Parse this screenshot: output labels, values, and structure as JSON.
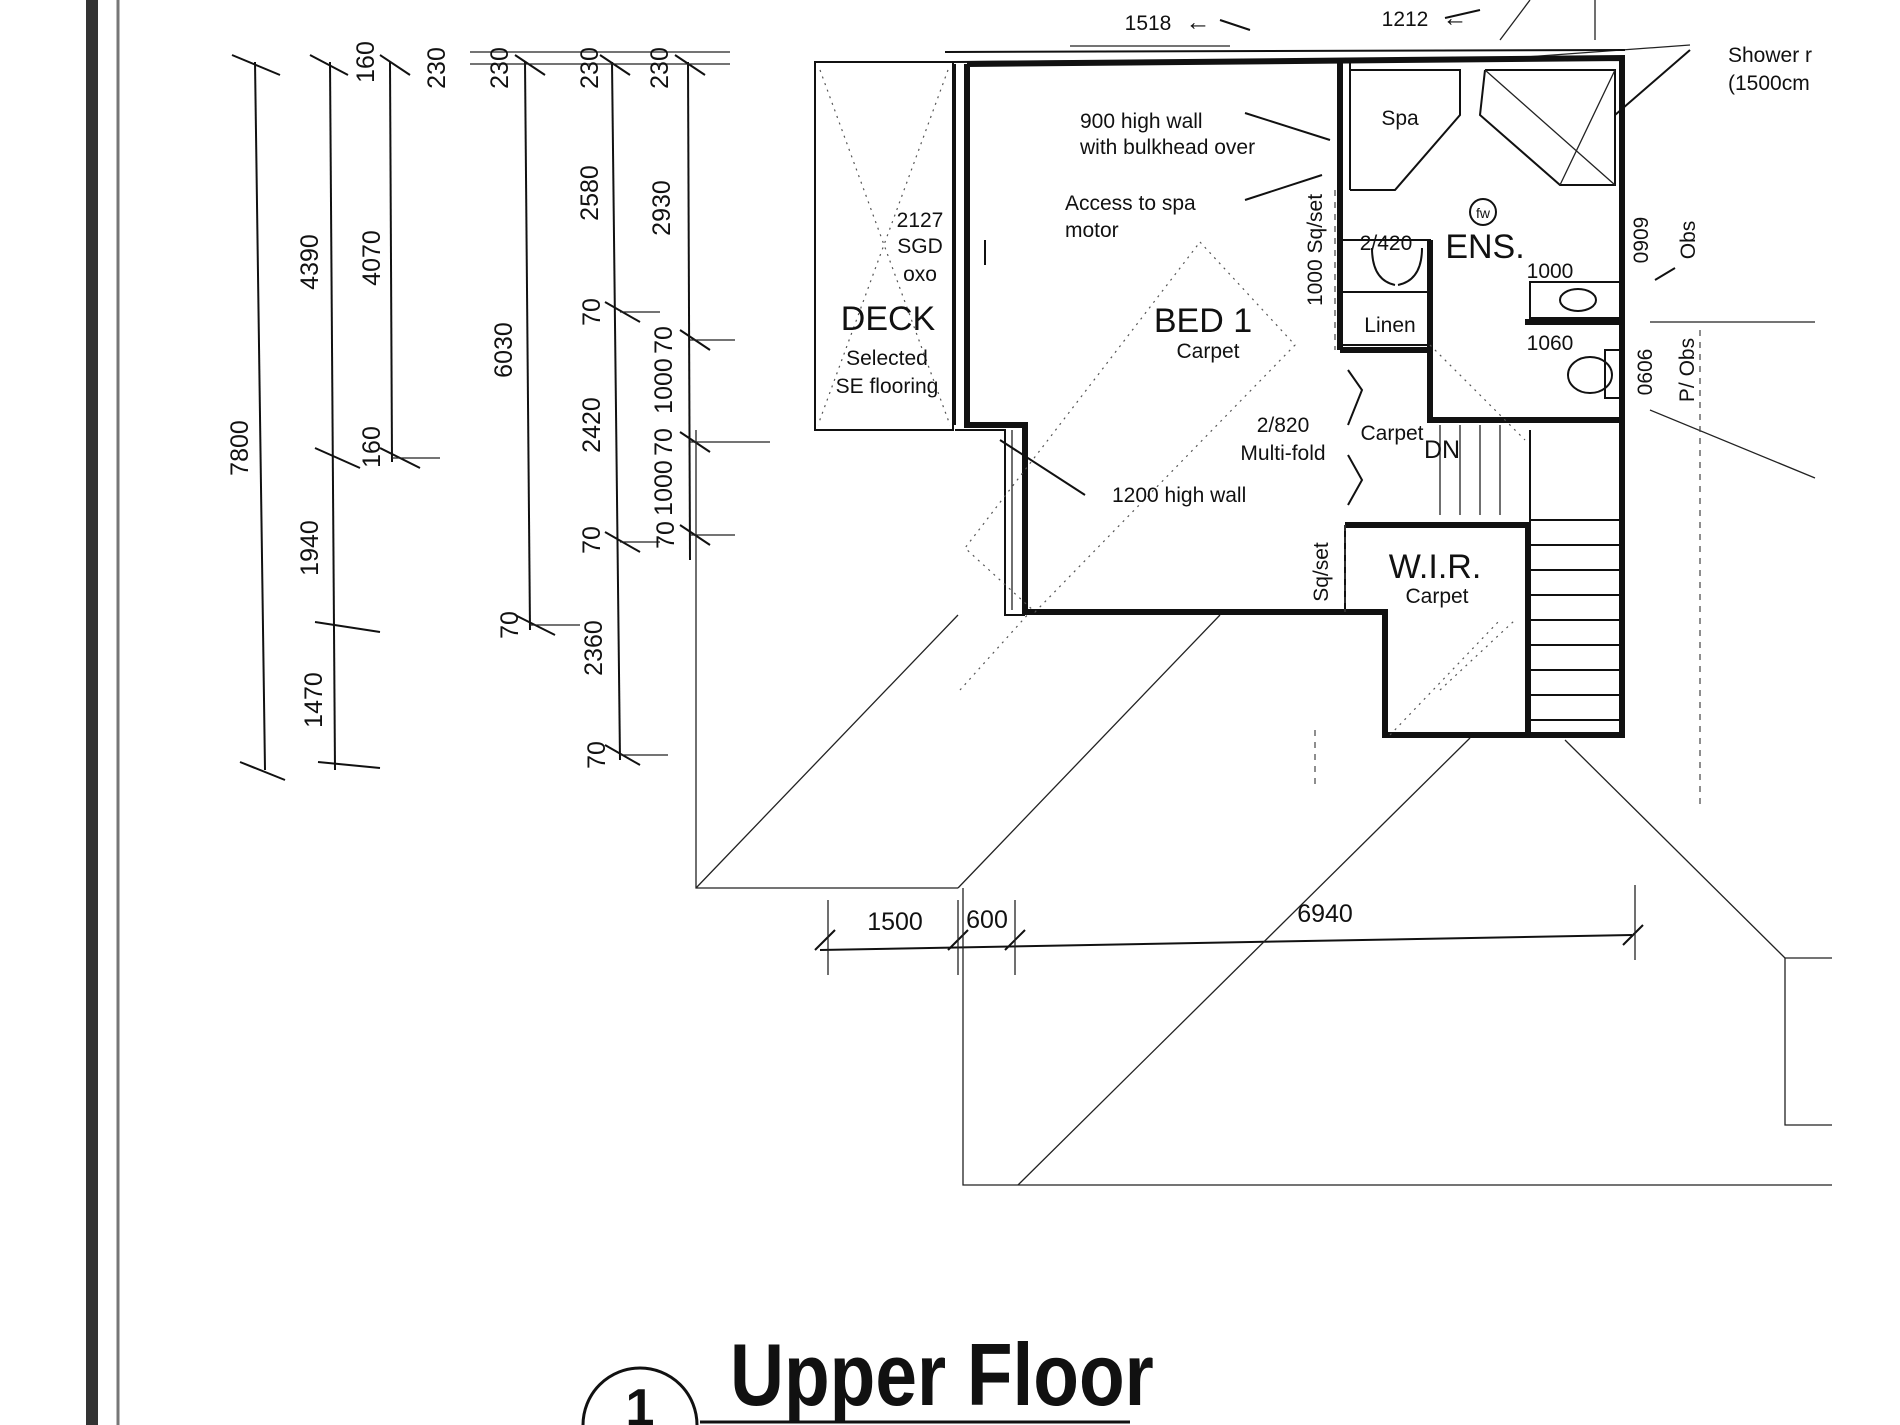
{
  "title": "Upper Floor",
  "view_number": "1",
  "rooms": {
    "bed1": {
      "name": "BED 1",
      "finish": "Carpet"
    },
    "deck": {
      "name": "DECK",
      "finish_1": "Selected",
      "finish_2": "SE flooring"
    },
    "ens": {
      "name": "ENS."
    },
    "wir": {
      "name": "W.I.R.",
      "finish": "Carpet"
    },
    "spa": {
      "name": "Spa"
    },
    "linen": {
      "name": "Linen"
    },
    "hall": {
      "finish": "Carpet",
      "stair": "DN"
    }
  },
  "annotations": {
    "wall_900_1": "900 high wall",
    "wall_900_2": "with bulkhead over",
    "spa_access_1": "Access to spa",
    "spa_access_2": "motor",
    "wall_1200": "1200 high wall",
    "shower_1": "Shower r",
    "shower_2": "(1500cm",
    "sgd_1": "2127",
    "sgd_2": "SGD",
    "sgd_3": "oxo",
    "door_420": "2/420",
    "door_820_1": "2/820",
    "door_820_2": "Multi-fold",
    "sqset_1000": "1000 Sq/set",
    "sqset": "Sq/set",
    "fw": "fw",
    "vanity_1000": "1000",
    "vanity_1060": "1060",
    "win_0909": "0909",
    "win_0909_obs": "Obs",
    "win_0606": "0606",
    "win_0606_obs": "P/ Obs",
    "top_1518": "1518",
    "top_1212": "1212"
  },
  "dimensions": {
    "col1": [
      "7800"
    ],
    "col2": [
      "4390",
      "1940",
      "1470"
    ],
    "col3": [
      "160",
      "4070",
      "160"
    ],
    "col4": [
      "230",
      "230",
      "6030",
      "70"
    ],
    "col5": [
      "230",
      "2580",
      "70",
      "2420",
      "70",
      "2360",
      "70"
    ],
    "col6": [
      "230",
      "2930",
      "70",
      "1000",
      "70",
      "1000",
      "70"
    ],
    "bottom": [
      "1500",
      "600",
      "6940"
    ]
  }
}
